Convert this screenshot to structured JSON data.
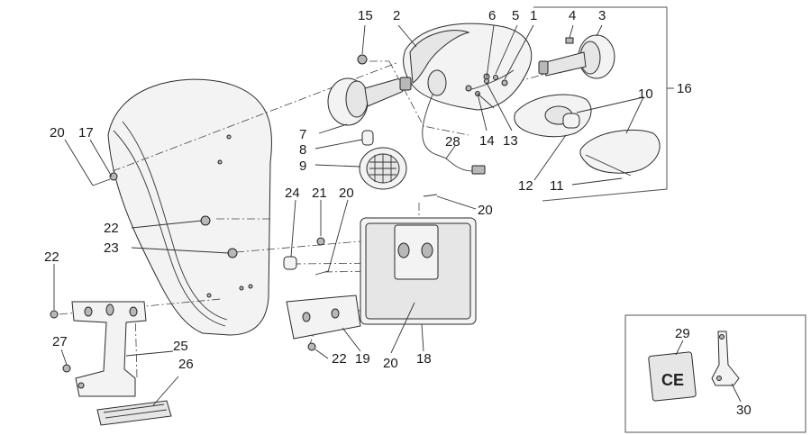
{
  "callouts": [
    {
      "id": "c15",
      "text": "15"
    },
    {
      "id": "c2",
      "text": "2"
    },
    {
      "id": "c6",
      "text": "6"
    },
    {
      "id": "c5",
      "text": "5"
    },
    {
      "id": "c1",
      "text": "1"
    },
    {
      "id": "c4",
      "text": "4"
    },
    {
      "id": "c3",
      "text": "3"
    },
    {
      "id": "c10",
      "text": "10"
    },
    {
      "id": "c16",
      "text": "16"
    },
    {
      "id": "c7",
      "text": "7"
    },
    {
      "id": "c8",
      "text": "8"
    },
    {
      "id": "c9",
      "text": "9"
    },
    {
      "id": "c14",
      "text": "14"
    },
    {
      "id": "c13",
      "text": "13"
    },
    {
      "id": "c28",
      "text": "28"
    },
    {
      "id": "c12",
      "text": "12"
    },
    {
      "id": "c11",
      "text": "11"
    },
    {
      "id": "c20a",
      "text": "20"
    },
    {
      "id": "c17",
      "text": "17"
    },
    {
      "id": "c24",
      "text": "24"
    },
    {
      "id": "c21",
      "text": "21"
    },
    {
      "id": "c20b",
      "text": "20"
    },
    {
      "id": "c20c",
      "text": "20"
    },
    {
      "id": "c22a",
      "text": "22"
    },
    {
      "id": "c23",
      "text": "23"
    },
    {
      "id": "c22b",
      "text": "22"
    },
    {
      "id": "c27",
      "text": "27"
    },
    {
      "id": "c25",
      "text": "25"
    },
    {
      "id": "c26",
      "text": "26"
    },
    {
      "id": "c22c",
      "text": "22"
    },
    {
      "id": "c19",
      "text": "19"
    },
    {
      "id": "c20d",
      "text": "20"
    },
    {
      "id": "c18",
      "text": "18"
    },
    {
      "id": "c29",
      "text": "29"
    },
    {
      "id": "c30",
      "text": "30"
    }
  ],
  "ce_mark": "CE"
}
